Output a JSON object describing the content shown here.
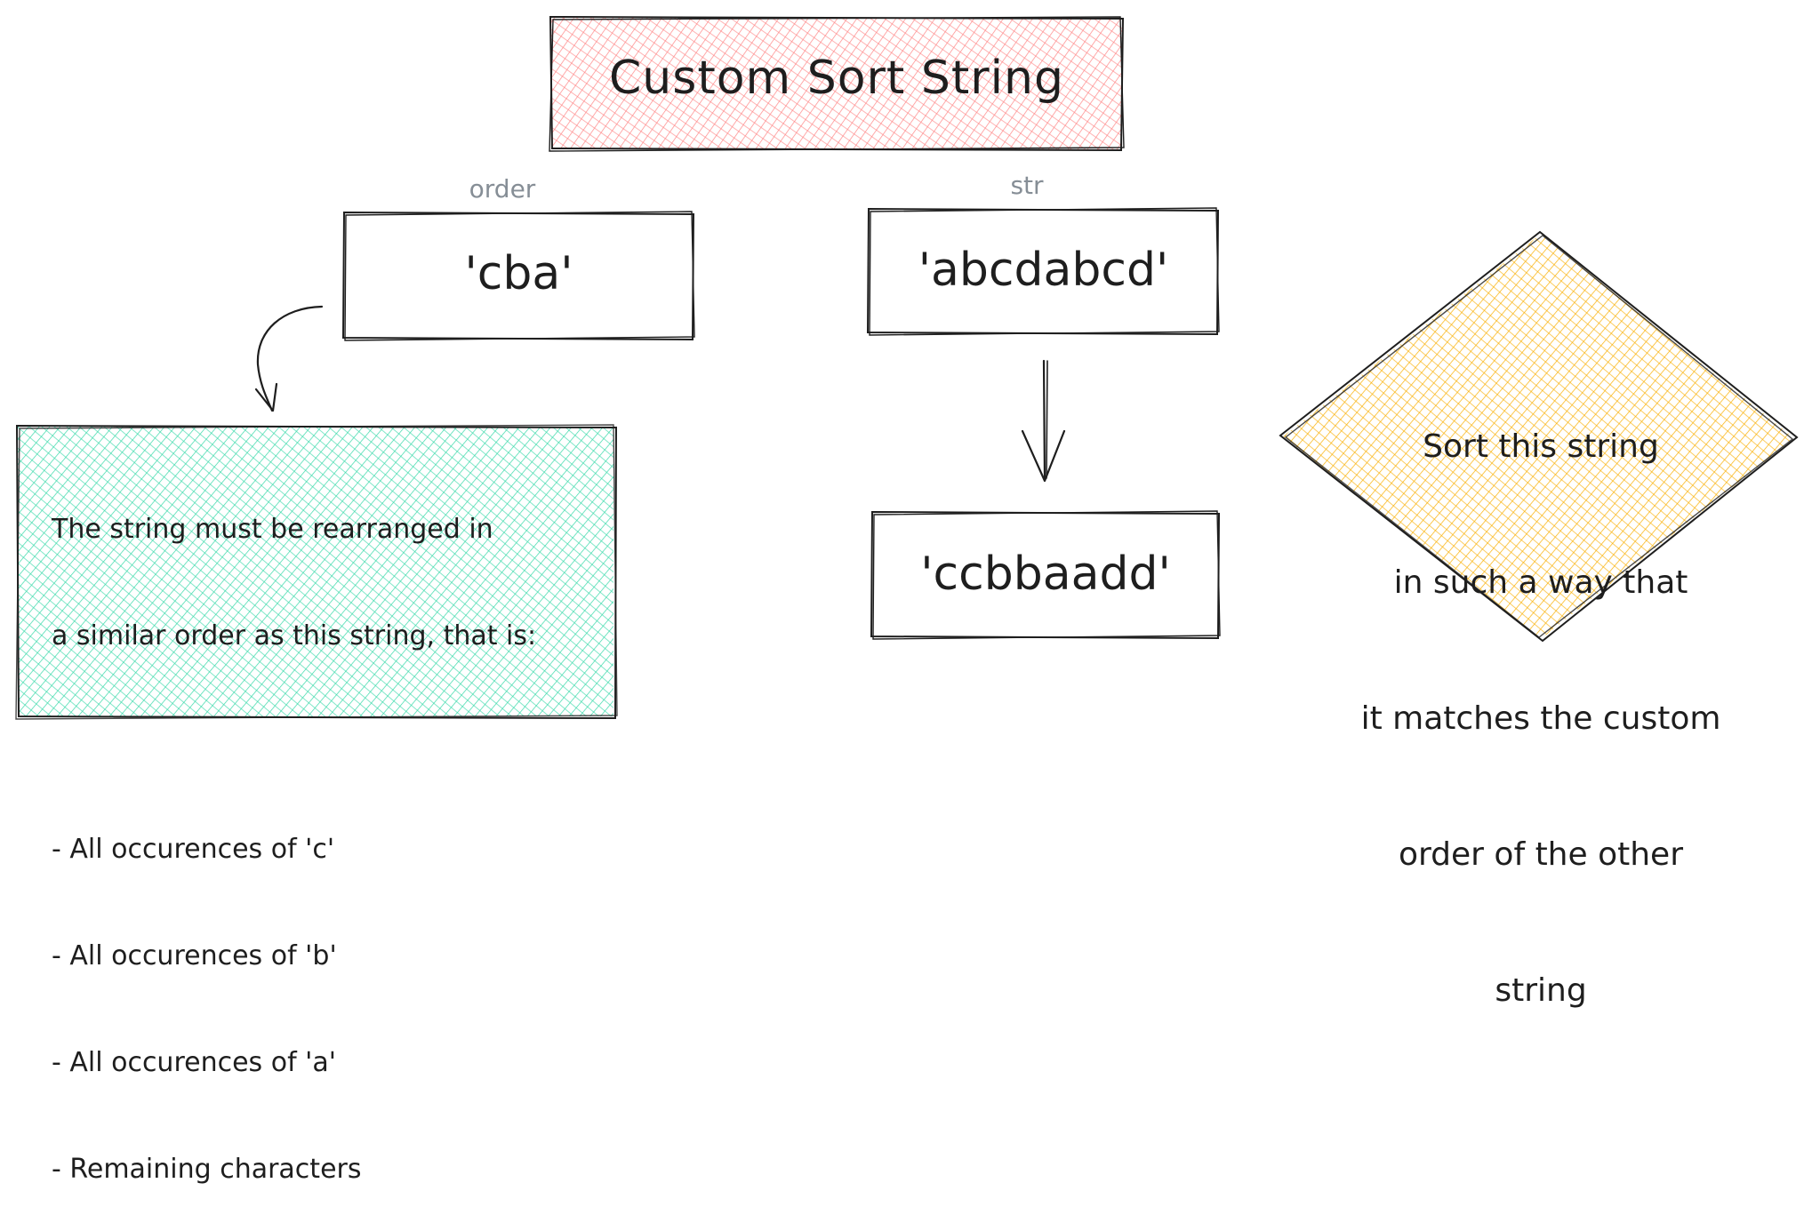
{
  "title": "Custom Sort String",
  "order_box": {
    "label": "order",
    "value": "'cba'"
  },
  "str_box": {
    "label": "str",
    "value": "'abcdabcd'"
  },
  "result_box": {
    "value": "'ccbbaadd'"
  },
  "note_lines": [
    "The string must be rearranged in",
    "a similar order as this string, that is:",
    "",
    "- All occurences of 'c'",
    "- All occurences of 'b'",
    "- All occurences of 'a'",
    "- Remaining characters"
  ],
  "diamond_lines": [
    "Sort this string",
    "in such a way that",
    "it matches the custom",
    "order of the other",
    "string"
  ],
  "colors": {
    "title_fill": "#ff8787",
    "note_fill": "#38d9a9",
    "diamond_fill": "#fab005",
    "stroke": "#1e1e1e",
    "label": "#868e96"
  }
}
